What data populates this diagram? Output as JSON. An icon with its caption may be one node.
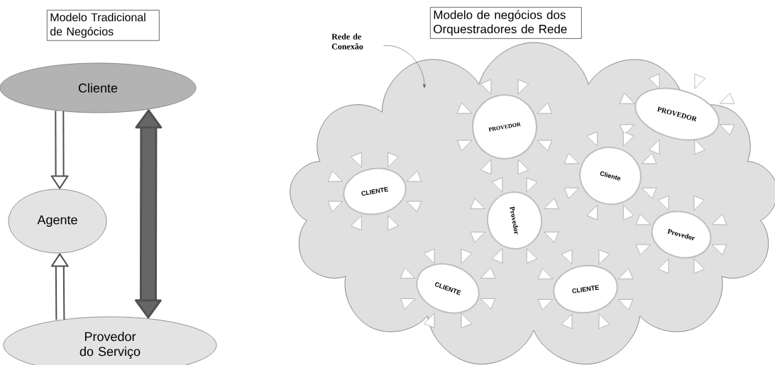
{
  "diagram": {
    "nodes": [
      {
        "text": [
          "Modelo Tradicional de Negócios"
        ]
      },
      {
        "text": [
          "Cliente"
        ]
      },
      {
        "text": [
          "Agente"
        ]
      },
      {
        "text": [
          "Provedor do Serviço"
        ]
      },
      {
        "text": [
          "Modelo de negócios dos Orquestradores de Rede"
        ]
      },
      {
        "text": [
          "Rede de Conexão"
        ]
      },
      {
        "text": [],
        "shape": "cloud"
      },
      {
        "text": [
          "PROVEDOR"
        ],
        "in": 6
      },
      {
        "text": [
          "PROVEDOR"
        ],
        "in": 6
      },
      {
        "text": [
          "Cliente"
        ],
        "in": 6
      },
      {
        "text": [
          "CLIENTE"
        ],
        "in": 6
      },
      {
        "text": [
          "Provedor"
        ],
        "in": 6
      },
      {
        "text": [
          "Provedor"
        ],
        "in": 6
      },
      {
        "text": [
          "CLIENTE"
        ],
        "in": 6
      },
      {
        "text": [
          "CLIENTE"
        ],
        "in": 6
      }
    ],
    "edges": [
      {
        "from": 1,
        "to": 2,
        "arrow": "to"
      },
      {
        "from": 3,
        "to": 2,
        "arrow": "to"
      },
      {
        "from": 1,
        "to": 3,
        "arrow": "both",
        "style": "thick",
        "color": "#666666"
      },
      {
        "from": 5,
        "to": 6,
        "arrow": "to"
      }
    ]
  }
}
